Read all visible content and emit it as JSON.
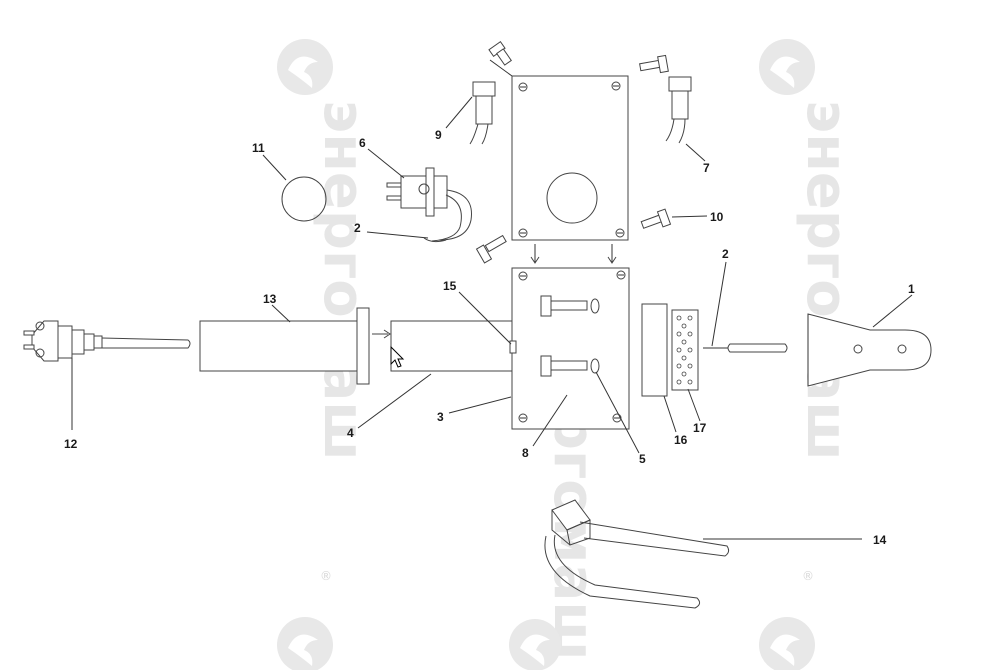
{
  "diagram": {
    "watermark": {
      "brand": "энергомаш",
      "registered": "®",
      "icon": "dragon-emblem-icon"
    },
    "callouts": {
      "c1": "1",
      "c2a": "2",
      "c2b": "2",
      "c3": "3",
      "c4": "4",
      "c5": "5",
      "c6": "6",
      "c7": "7",
      "c8": "8",
      "c9": "9",
      "c10": "10",
      "c11": "11",
      "c12": "12",
      "c13": "13",
      "c14": "14",
      "c15": "15",
      "c16": "16",
      "c17": "17"
    },
    "cursor": "mouse-pointer-icon"
  }
}
